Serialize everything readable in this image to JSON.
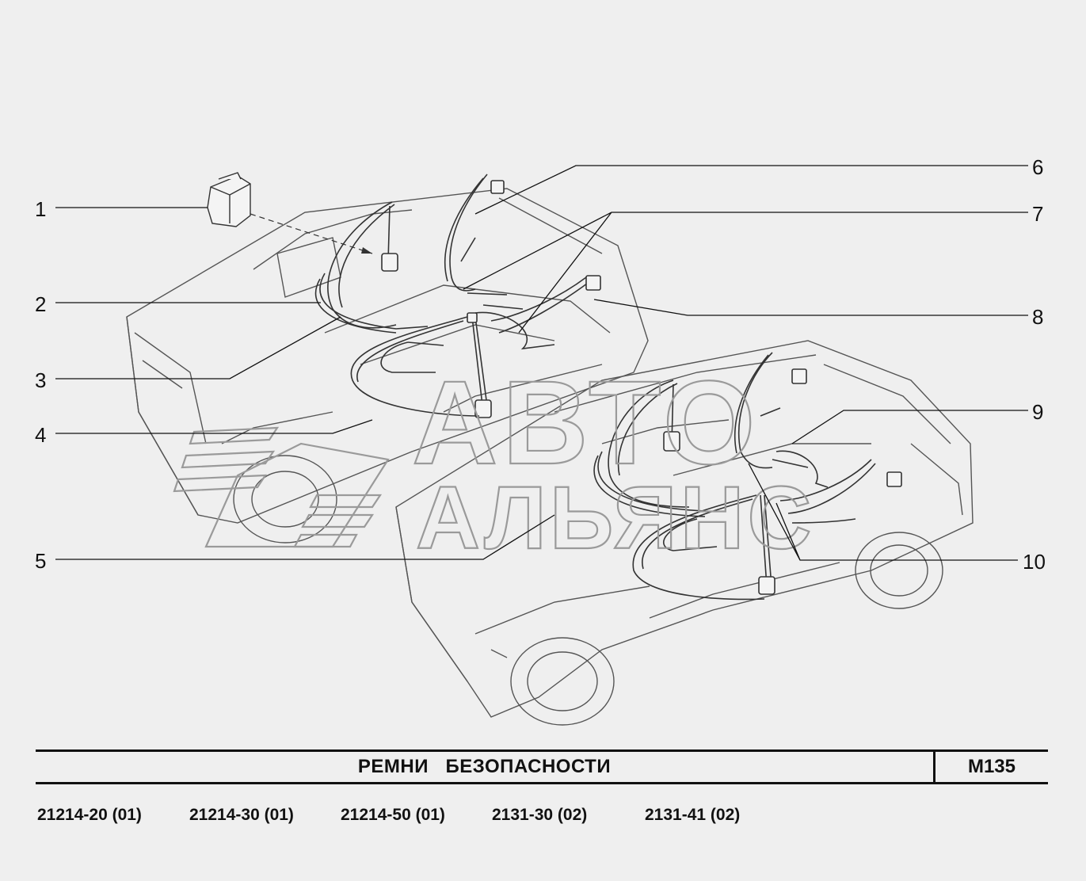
{
  "callouts": {
    "c1": "1",
    "c2": "2",
    "c3": "3",
    "c4": "4",
    "c5": "5",
    "c6": "6",
    "c7": "7",
    "c8": "8",
    "c9": "9",
    "c10": "10"
  },
  "watermark": {
    "line1": "АВТО",
    "line2": "АЛЬЯНС"
  },
  "title": {
    "name": "РЕМНИ   БЕЗОПАСНОСТИ",
    "code": "M135"
  },
  "models": [
    "21214-20 (01)",
    "21214-30 (01)",
    "21214-50 (01)",
    "2131-30 (02)",
    "2131-41 (02)"
  ],
  "colors": {
    "background": "#efefef",
    "line": "#111111",
    "drawing": "#555555",
    "watermark": "#9a9a9a"
  }
}
